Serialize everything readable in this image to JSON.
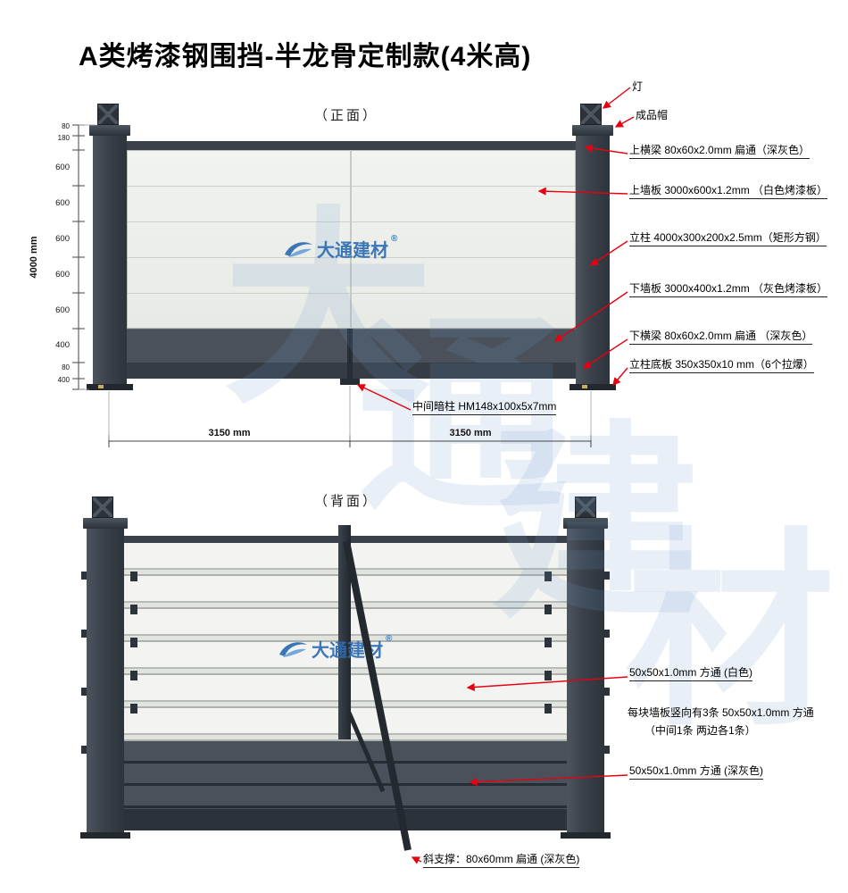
{
  "title": "A类烤漆钢围挡-半龙骨定制款(4米高)",
  "watermark": {
    "brand": "大通建材",
    "reg_mark": "®",
    "brand_bg_chars": [
      "大",
      "通",
      "建",
      "材"
    ]
  },
  "front": {
    "view_label": "（正面）",
    "callouts": {
      "lamp": "灯",
      "cap": "成品帽",
      "top_beam": "上横梁 80x60x2.0mm 扁通（深灰色）",
      "upper_panel": "上墙板 3000x600x1.2mm （白色烤漆板）",
      "post": "立柱 4000x300x200x2.5mm（矩形方钢）",
      "lower_panel": "下墙板 3000x400x1.2mm （灰色烤漆板）",
      "bottom_beam": "下横梁 80x60x2.0mm 扁通 （深灰色）",
      "base_plate": "立柱底板 350x350x10 mm（6个拉爆）",
      "center_post": "中间暗柱 HM148x100x5x7mm"
    },
    "dimensions": {
      "total_height": "4000 mm",
      "height_segments_top": [
        "80",
        "180"
      ],
      "height_segments": [
        "600",
        "600",
        "600",
        "600",
        "600",
        "400"
      ],
      "height_segments_bottom": [
        "80",
        "400"
      ],
      "width_left": "3150 mm",
      "width_right": "3150 mm"
    }
  },
  "back": {
    "view_label": "（背面）",
    "callouts": {
      "white_tube": "50x50x1.0mm 方通 (白色)",
      "tube_note_line1": "每块墙板竖向有3条 50x50x1.0mm 方通",
      "tube_note_line2": "（中间1条 两边各1条）",
      "gray_tube": "50x50x1.0mm 方通 (深灰色)",
      "brace": "斜支撑：80x60mm 扁通 (深灰色)"
    }
  },
  "colors": {
    "leader_red": "#e60012",
    "post_dark": "#3a414a",
    "panel_light": "#eef0ec",
    "brand_blue": "#2e6cb3"
  }
}
